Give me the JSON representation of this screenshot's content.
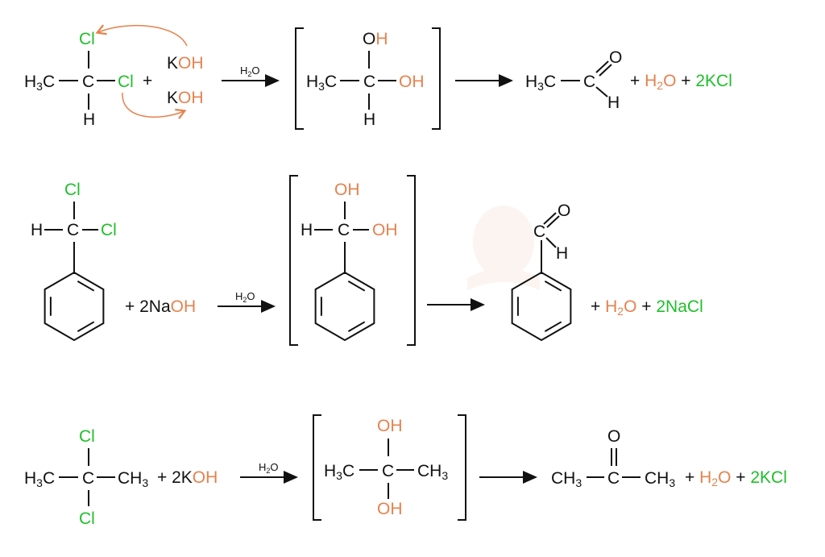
{
  "colors": {
    "chlorine": "#1fbf2a",
    "hydroxide": "#e5824e",
    "text": "#111111"
  },
  "reagent_label": {
    "H": "H",
    "sub": "2",
    "O": "O"
  },
  "reaction1": {
    "reactant": {
      "h3c_H": "H",
      "h3c_sub": "3",
      "h3c_C": "C",
      "center_C": "C",
      "cl_top": "Cl",
      "cl_right": "Cl",
      "h_bottom": "H"
    },
    "plus": "+",
    "koh_top": {
      "K": "K",
      "OH": "OH"
    },
    "koh_bottom": {
      "K": "K",
      "OH": "OH"
    },
    "intermediate": {
      "h3c_H": "H",
      "h3c_sub": "3",
      "h3c_C": "C",
      "center_C": "C",
      "oh_top_O": "O",
      "oh_top_H": "H",
      "oh_right": "OH",
      "h_bottom": "H"
    },
    "product": {
      "h3c_H": "H",
      "h3c_sub": "3",
      "h3c_C": "C",
      "center_C": "C",
      "O": "O",
      "H": "H"
    },
    "byproducts": {
      "plus1": "+",
      "water_H": "H",
      "water_sub": "2",
      "water_O": "O",
      "plus2": "+",
      "salt": "2KCl"
    }
  },
  "reaction2": {
    "reactant": {
      "cl_top": "Cl",
      "H": "H",
      "C": "C",
      "cl_right": "Cl"
    },
    "reagent": {
      "prefix": "+ 2Na",
      "OH": "OH"
    },
    "intermediate": {
      "oh_top": "OH",
      "H": "H",
      "C": "C",
      "oh_right": "OH"
    },
    "product": {
      "C": "C",
      "O": "O",
      "H": "H"
    },
    "byproducts": {
      "plus1": "+",
      "water_H": "H",
      "water_sub": "2",
      "water_O": "O",
      "plus2": "+",
      "salt": "2NaCl"
    }
  },
  "reaction3": {
    "reactant": {
      "h3c_H": "H",
      "h3c_sub": "3",
      "h3c_C": "C",
      "C": "C",
      "ch3_CH": "CH",
      "ch3_sub": "3",
      "cl_top": "Cl",
      "cl_bottom": "Cl"
    },
    "reagent": {
      "prefix": "+ 2K",
      "OH": "OH"
    },
    "intermediate": {
      "h3c_H": "H",
      "h3c_sub": "3",
      "h3c_C": "C",
      "C": "C",
      "ch3_CH": "CH",
      "ch3_sub": "3",
      "oh_top": "OH",
      "oh_bottom": "OH"
    },
    "product": {
      "ch3l_CH": "CH",
      "ch3l_sub": "3",
      "C": "C",
      "ch3r_CH": "CH",
      "ch3r_sub": "3",
      "O": "O"
    },
    "byproducts": {
      "plus1": "+",
      "water_H": "H",
      "water_sub": "2",
      "water_O": "O",
      "plus2": "+",
      "salt": "2KCl"
    }
  }
}
